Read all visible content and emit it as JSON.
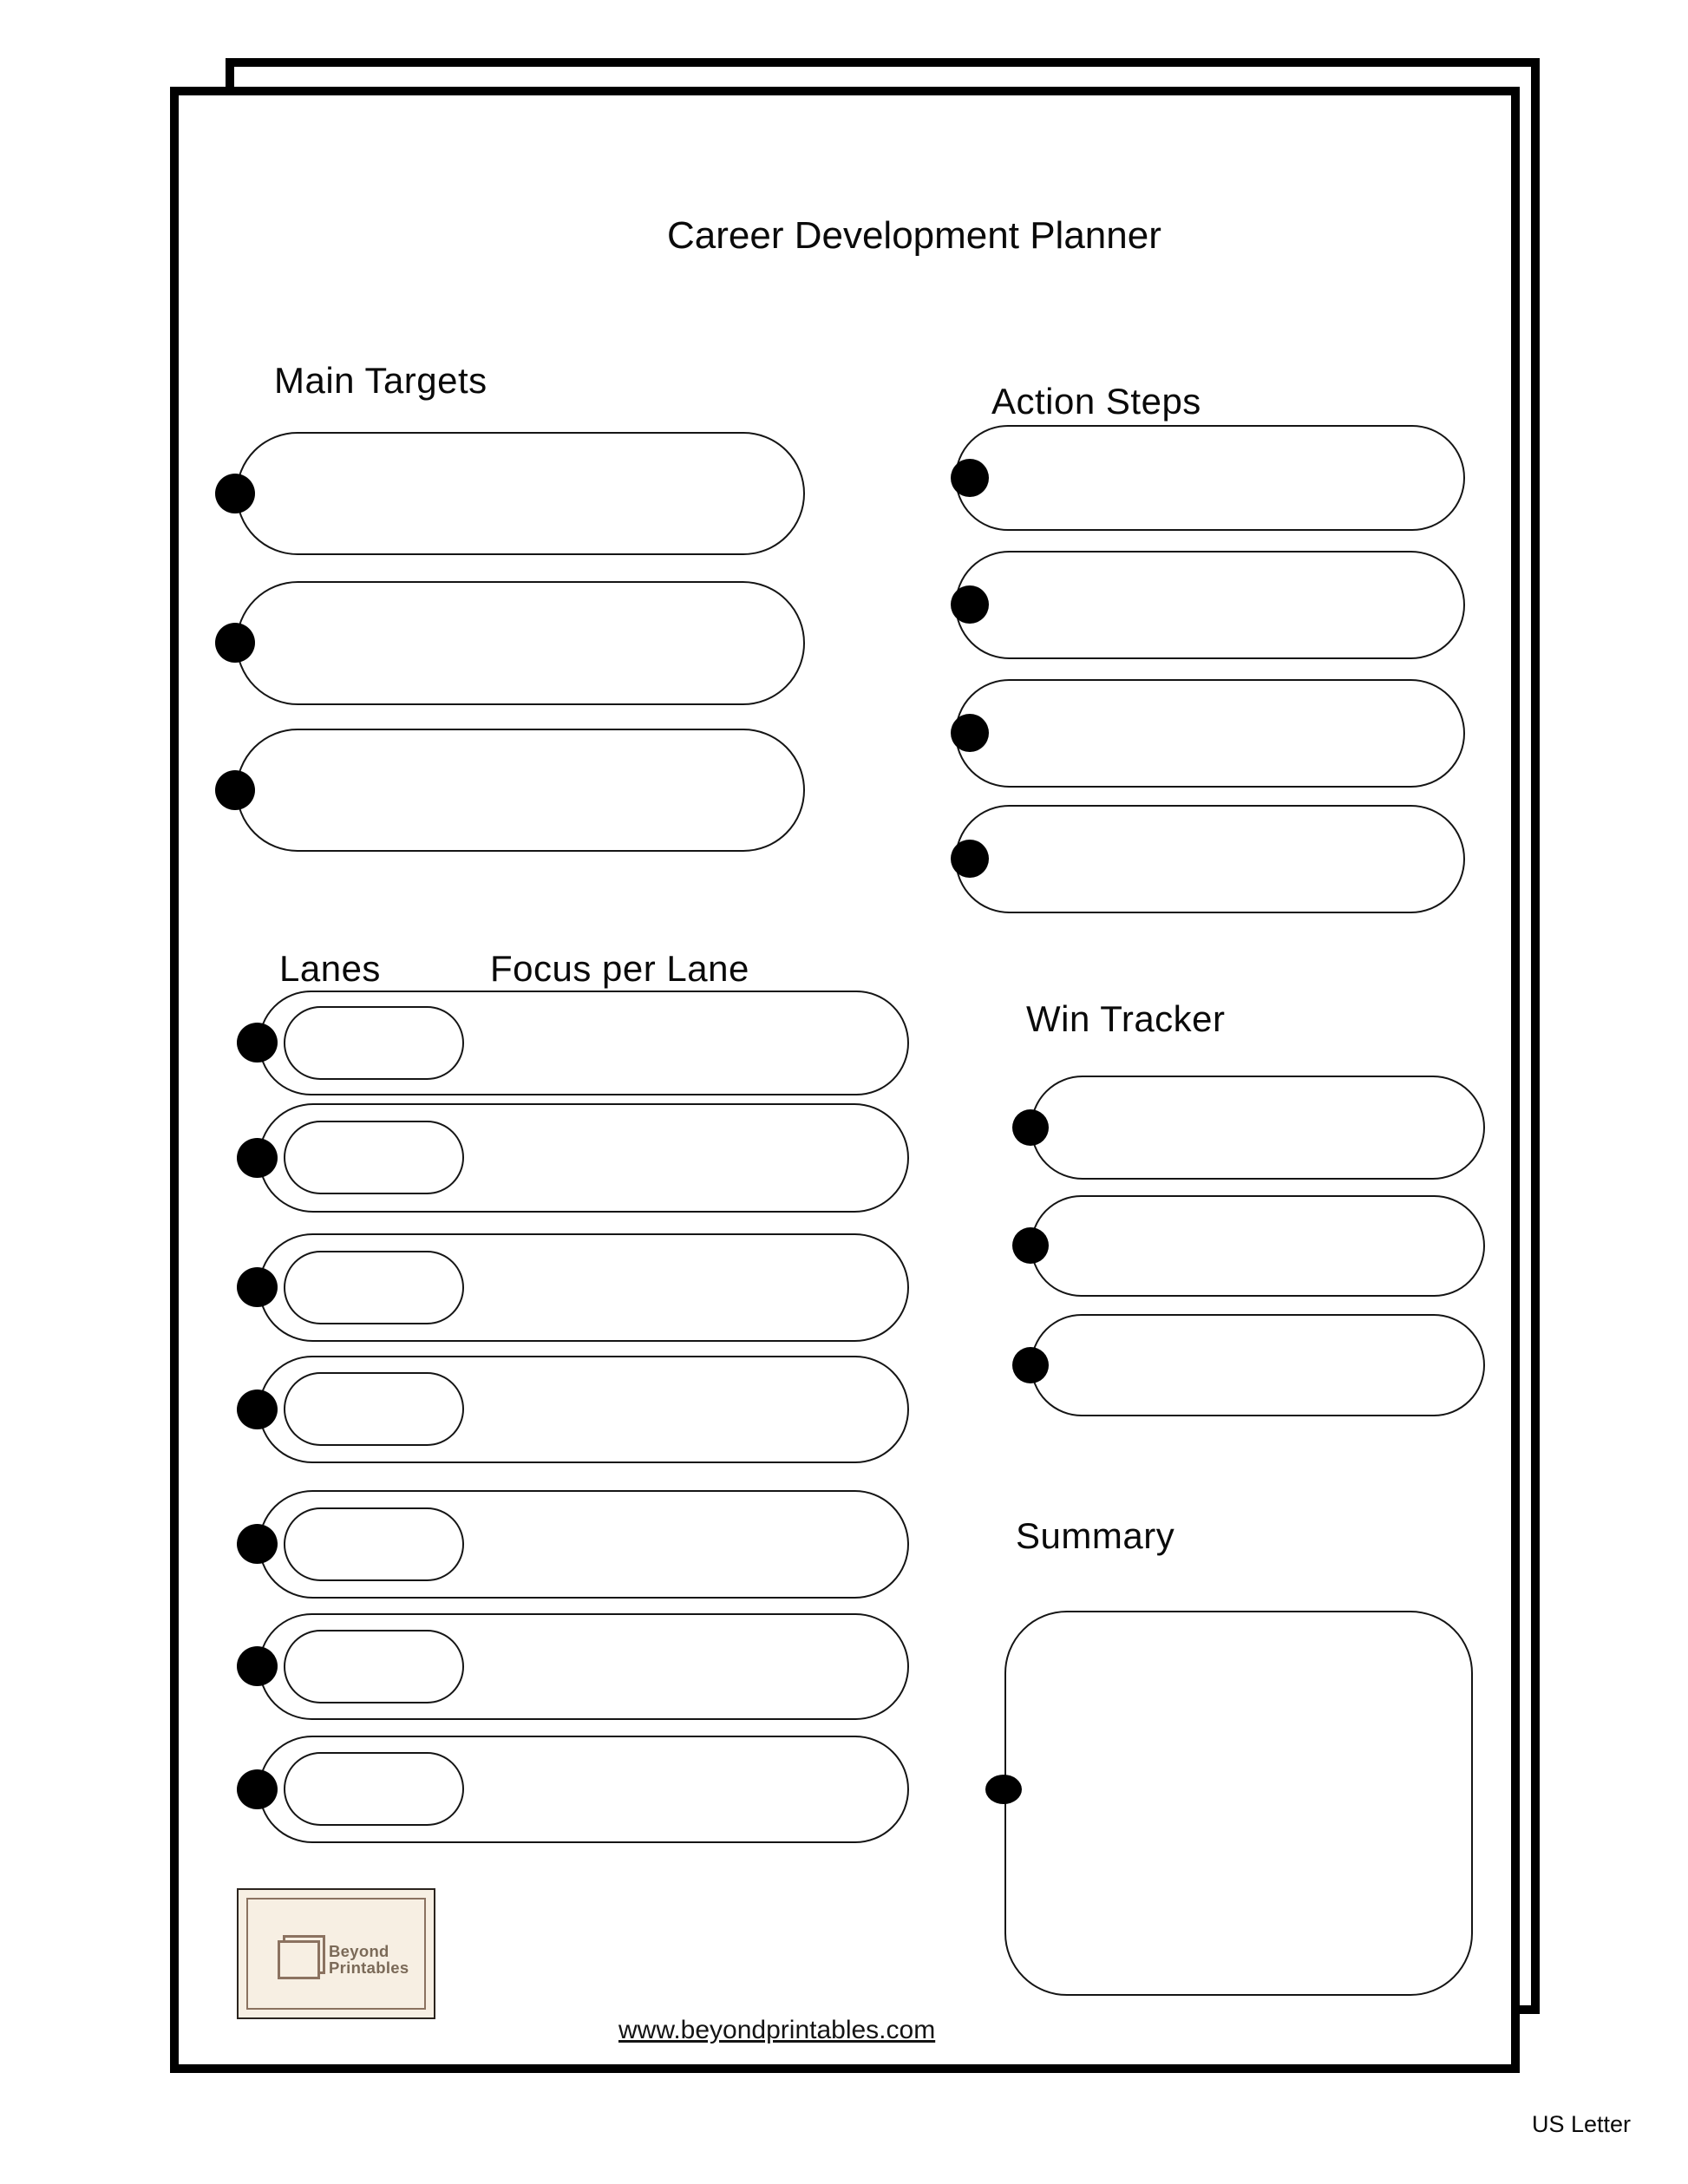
{
  "document": {
    "title": "Career Development Planner",
    "paper_size_label": "US Letter"
  },
  "sections": {
    "main_targets": {
      "label": "Main Targets",
      "pill_count": 3
    },
    "action_steps": {
      "label": "Action Steps",
      "pill_count": 4
    },
    "lanes": {
      "label": "Lanes",
      "focus_label": "Focus per Lane",
      "row_count": 7
    },
    "win_tracker": {
      "label": "Win Tracker",
      "pill_count": 3
    },
    "summary": {
      "label": "Summary"
    }
  },
  "branding": {
    "logo_line1": "Beyond",
    "logo_line2": "Printables",
    "website": "www.beyondprintables.com"
  },
  "colors": {
    "ink": "#000000",
    "pill_stroke": "#151515",
    "logo_background": "#f7efe3",
    "logo_border": "#8b7260",
    "logo_text": "#7b6a58"
  }
}
